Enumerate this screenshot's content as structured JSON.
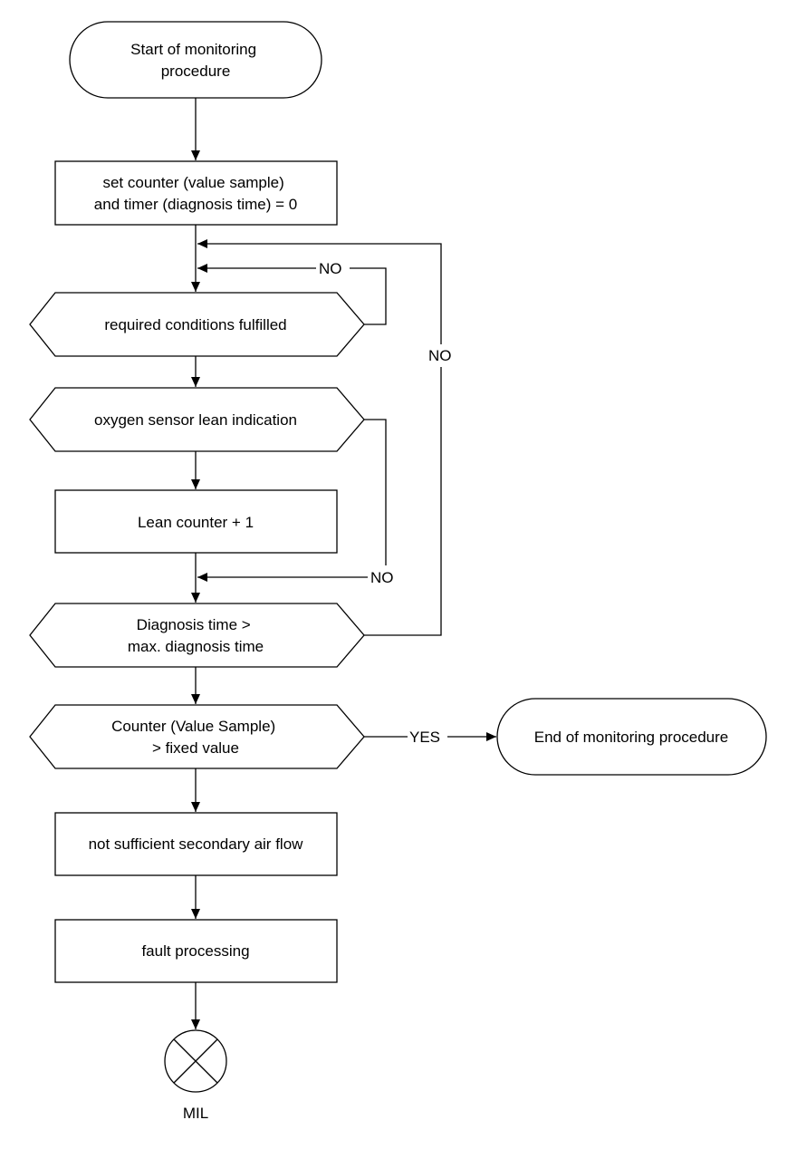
{
  "nodes": {
    "start": [
      "Start of monitoring",
      "procedure"
    ],
    "init": [
      "set counter (value sample)",
      "and timer (diagnosis time) = 0"
    ],
    "conditions": [
      "required conditions fulfilled"
    ],
    "lean_indication": [
      "oxygen sensor lean indication"
    ],
    "lean_counter": [
      "Lean counter + 1"
    ],
    "diag_time": [
      "Diagnosis time >",
      "max. diagnosis time"
    ],
    "counter_check": [
      "Counter (Value Sample)",
      "> fixed value"
    ],
    "end": [
      "End of monitoring procedure"
    ],
    "insufficient": [
      "not sufficient secondary air flow"
    ],
    "fault": [
      "fault processing"
    ],
    "mil": [
      "MIL"
    ]
  },
  "labels": {
    "no_conditions": "NO",
    "no_diag_time": "NO",
    "no_lean": "NO",
    "yes_counter": "YES"
  }
}
